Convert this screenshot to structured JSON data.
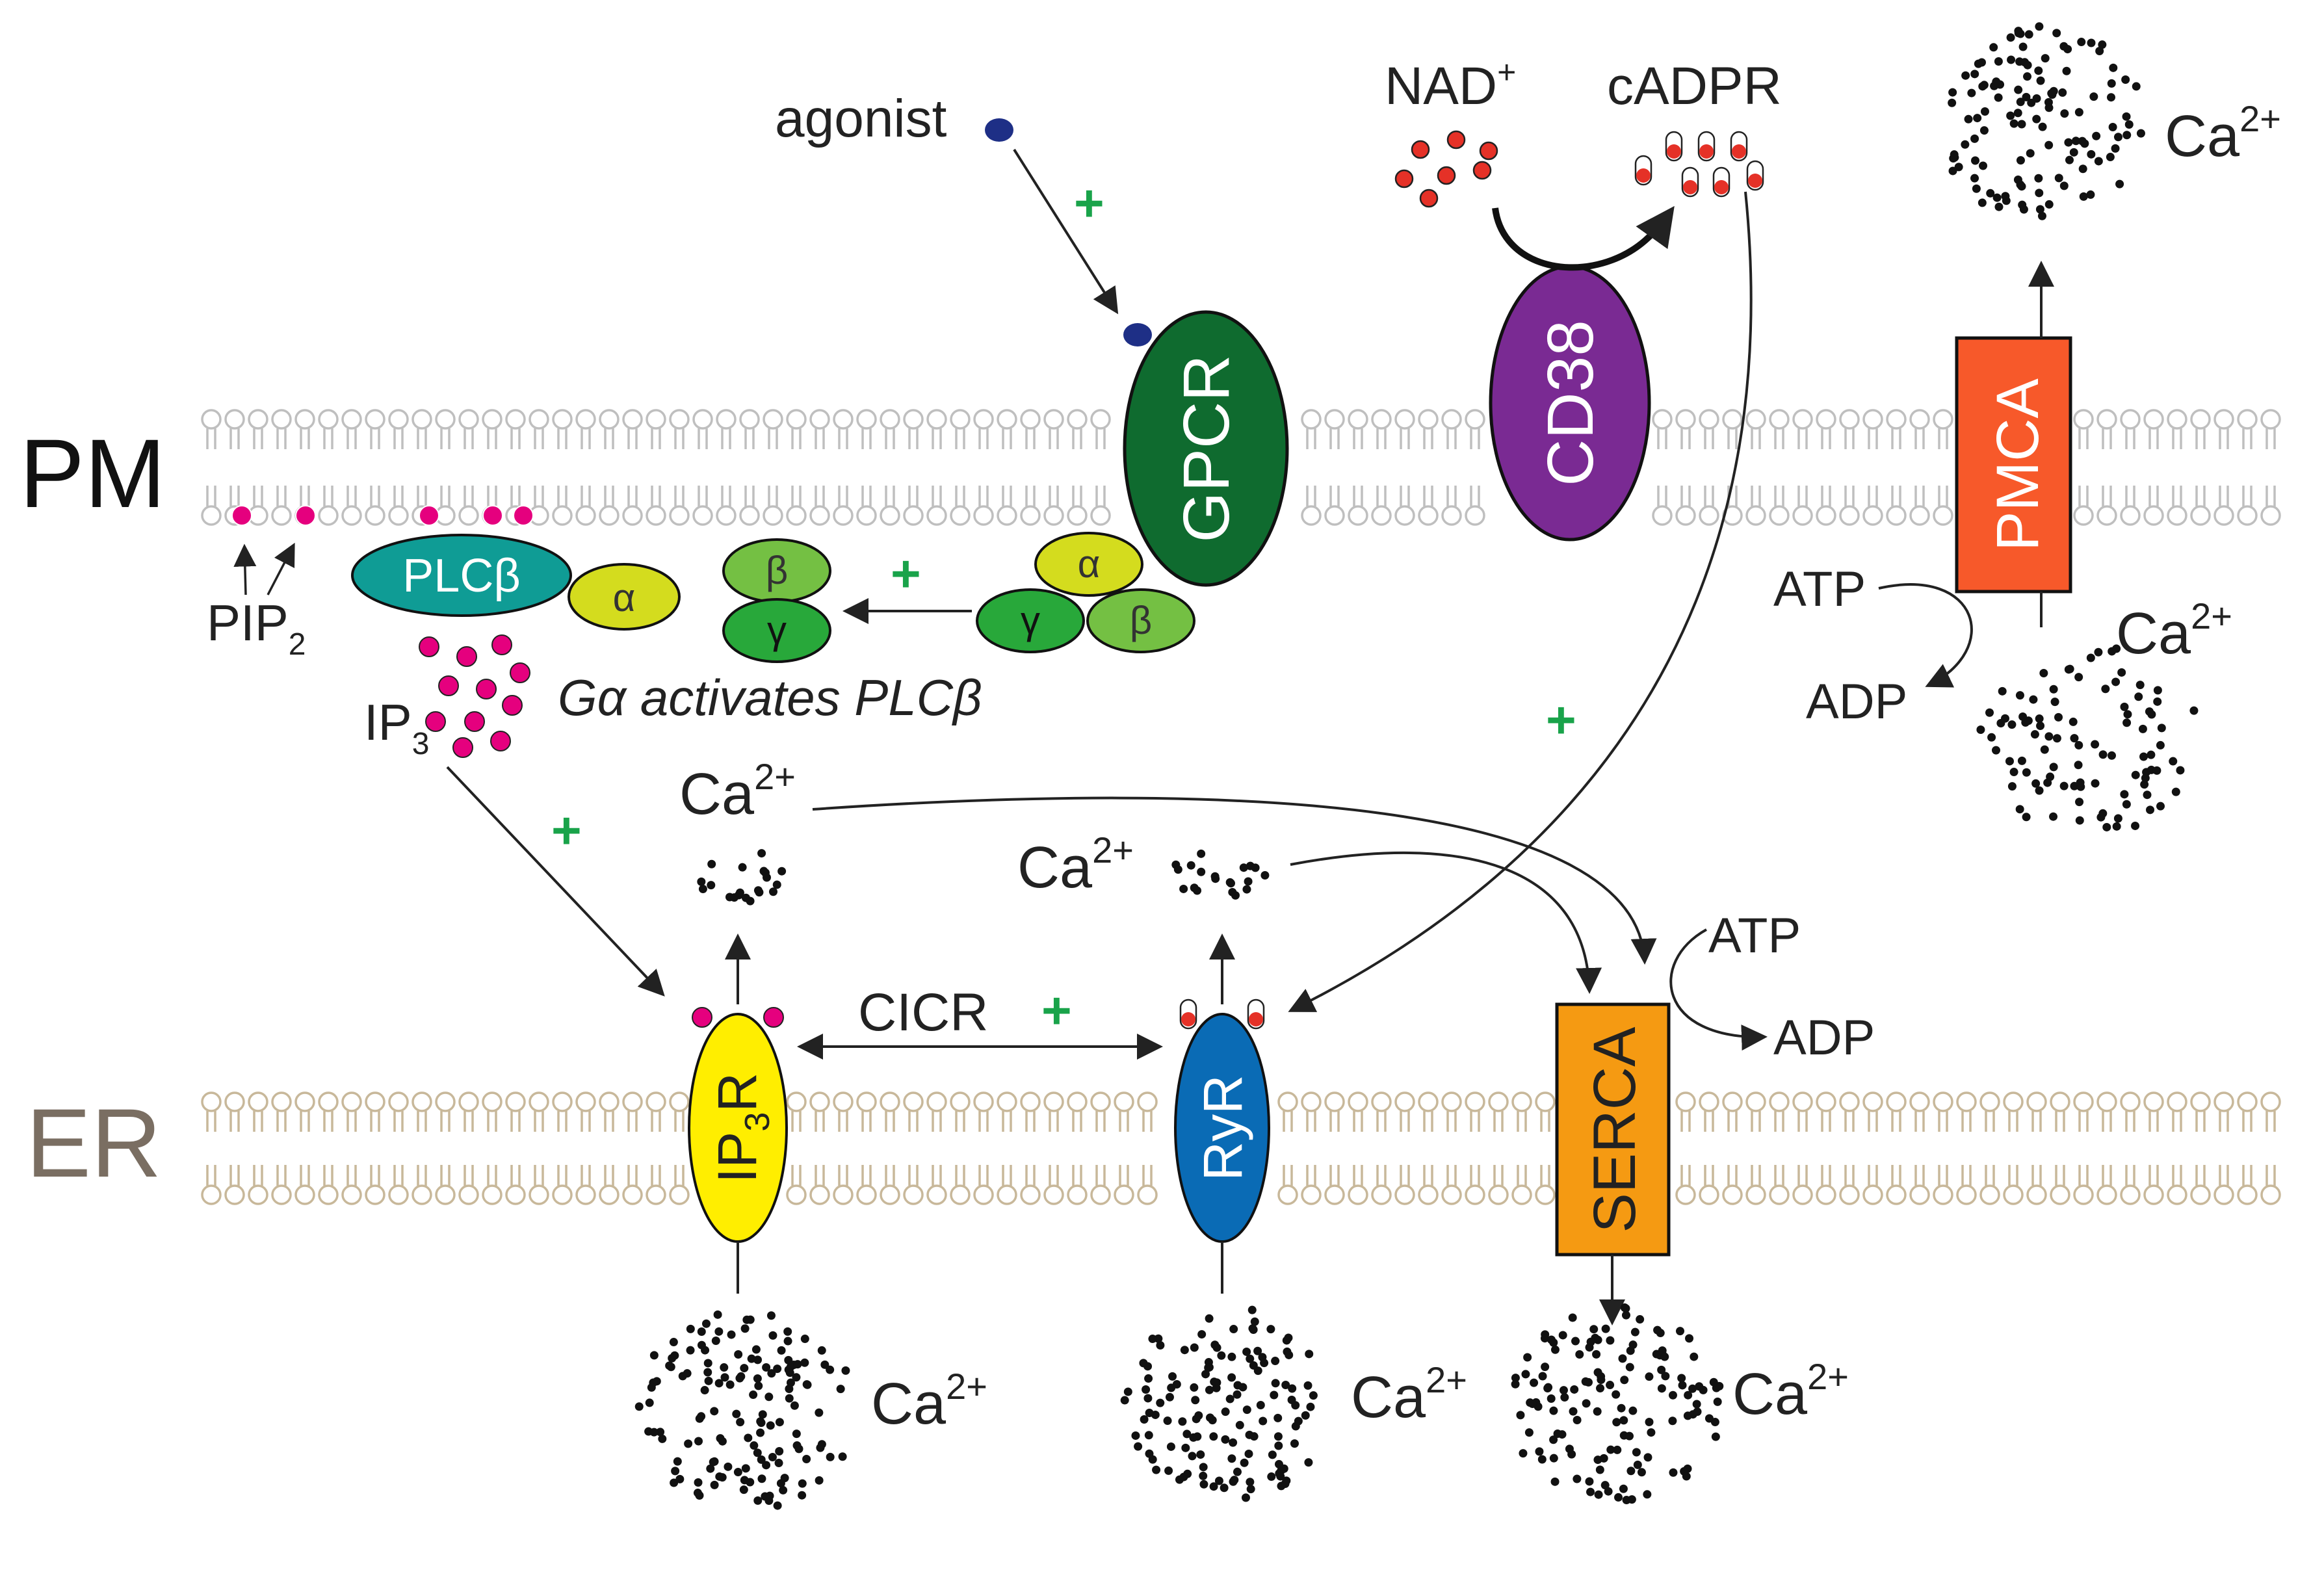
{
  "regions": {
    "pm_label": "PM",
    "er_label": "ER"
  },
  "labels": {
    "agonist": "agonist",
    "nad": "NAD",
    "nad_sup": "+",
    "cadpr": "cADPR",
    "ca_base": "Ca",
    "ca_sup": "2+",
    "pip_base": "PIP",
    "pip_sub": "2",
    "ip_base": "IP",
    "ip_sub": "3",
    "receptor_r": "R",
    "g_alpha_activates": "Gα activates PLCβ",
    "cicr": "CICR",
    "atp": "ATP",
    "adp": "ADP",
    "plus": "+"
  },
  "proteins": {
    "gpcr": "GPCR",
    "cd38": "CD38",
    "pmca": "PMCA",
    "plcb": "PLCβ",
    "alpha": "α",
    "beta": "β",
    "gamma": "γ",
    "ryr": "RyR",
    "serca": "SERCA"
  },
  "colors": {
    "pm_lipid": "#bfbfbf",
    "er_lipid": "#c8b89a",
    "gpcr": "#0f6b2f",
    "cd38": "#7a2a93",
    "pmca": "#f7592a",
    "serca": "#f59a12",
    "ip3r": "#ffee00",
    "ryr": "#0a6bb5",
    "plcb": "#0f9c95",
    "alpha": "#d4dc1e",
    "beta": "#74c043",
    "gamma": "#28a83a",
    "ip3": "#e5007e",
    "cadpr_red": "#e53127",
    "plus_green": "#19a34a",
    "agonist": "#1e2f86",
    "er_text": "#7a6e62"
  }
}
